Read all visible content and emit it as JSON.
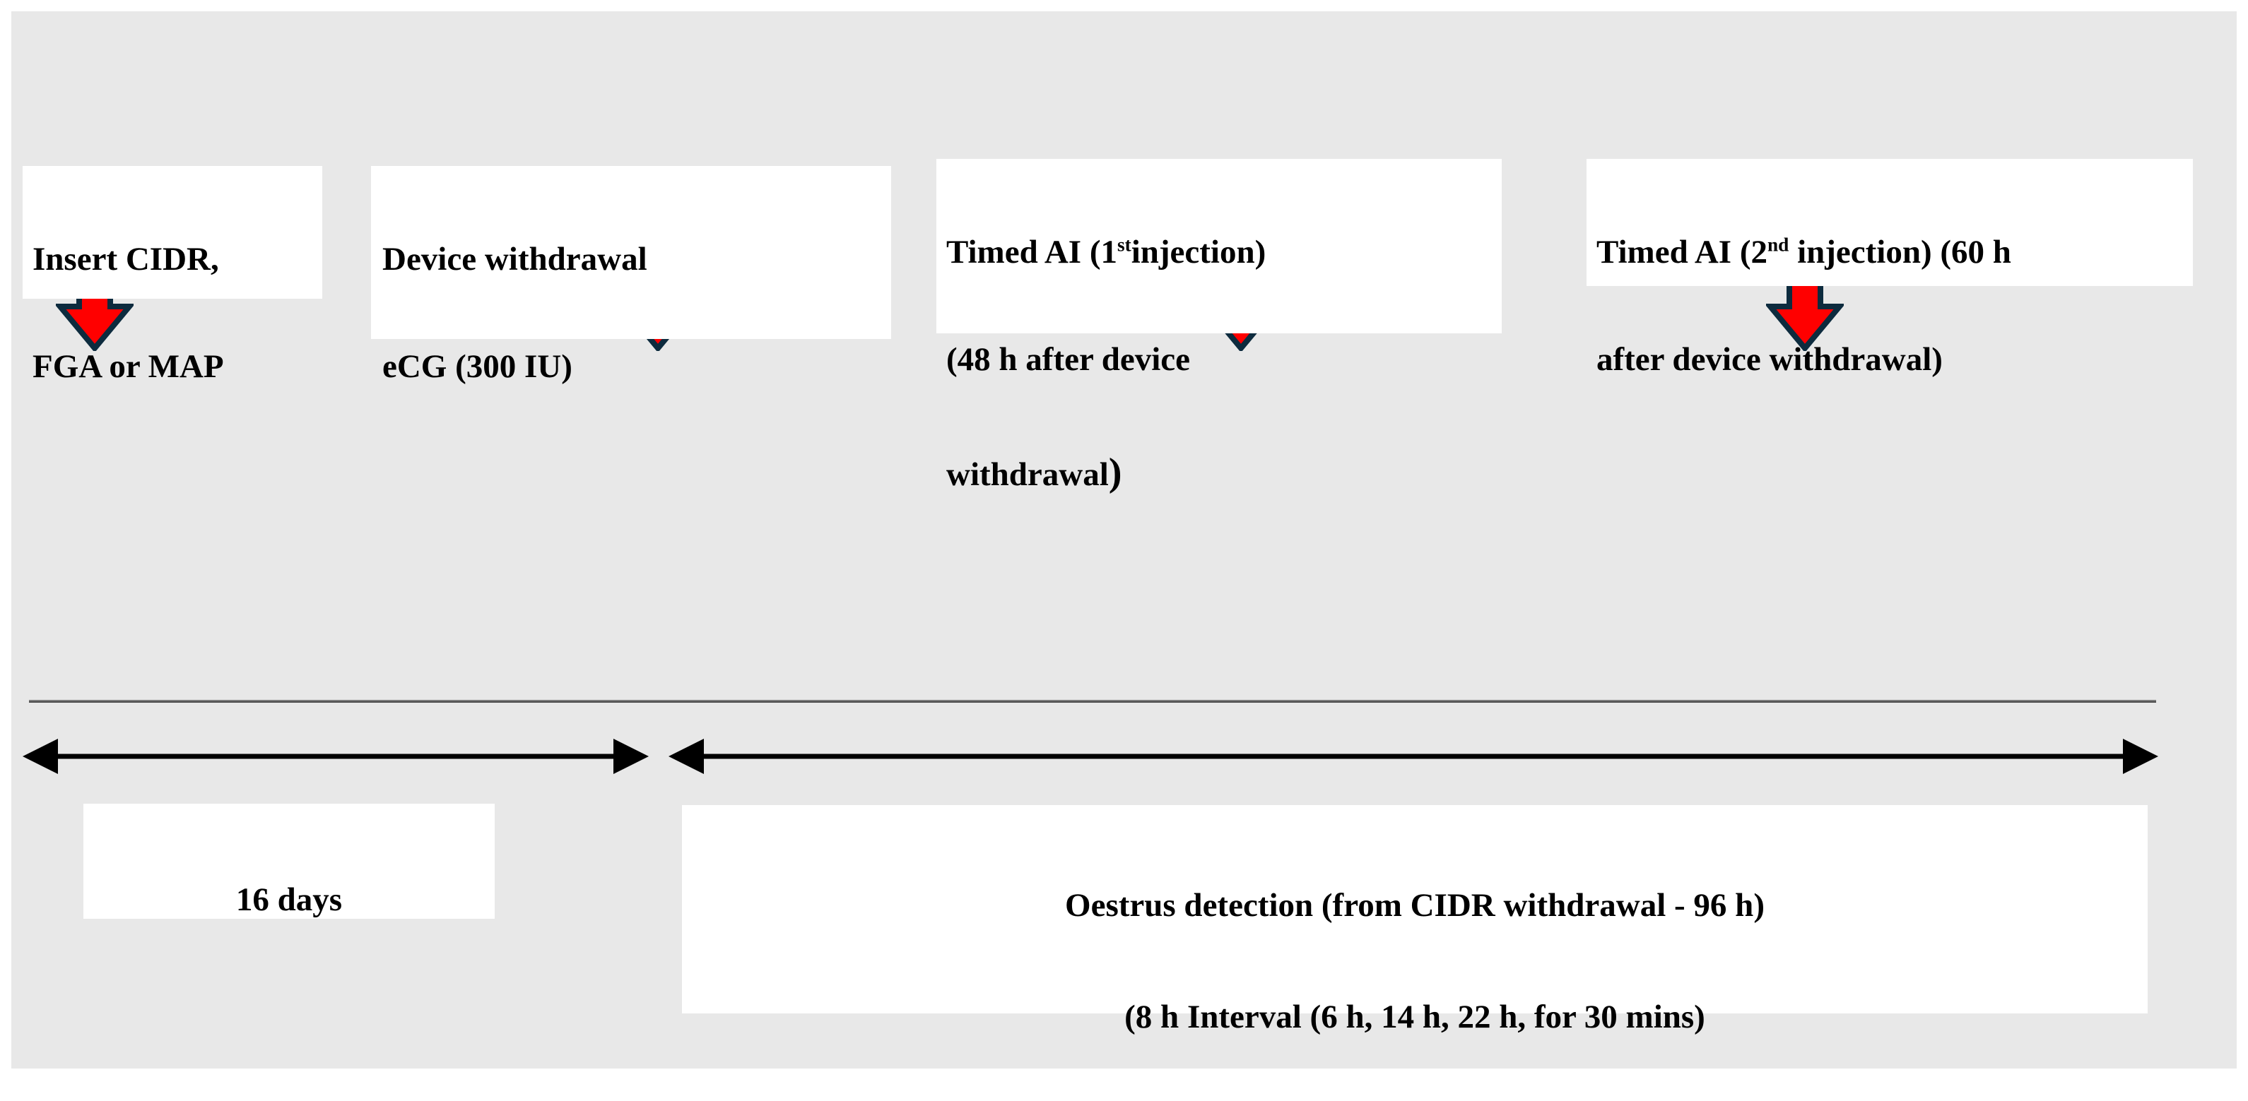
{
  "figure": {
    "type": "timeline-diagram",
    "background_color": "#e8e8e8",
    "arrow_color": "#ff0000",
    "arrow_outline_color": "#0d2b3e",
    "line_color": "#4a4a4a",
    "text_color": "#000000"
  },
  "events": [
    {
      "id": "insert-device",
      "label_line1": "Insert CIDR,",
      "label_line2": "FGA or MAP",
      "marker": "red-down-arrow"
    },
    {
      "id": "device-withdrawal",
      "label_line1": "Device withdrawal",
      "label_line2": " eCG (300 IU)",
      "marker": "red-down-arrow"
    },
    {
      "id": "timed-ai-1",
      "label_prefix": "Timed AI (1",
      "label_sup": "st",
      "label_suffix": "injection)",
      "label_line2": "(48 h after device",
      "label_line3": "withdrawal",
      "label_line3_paren": ")",
      "marker": "red-down-arrow"
    },
    {
      "id": "timed-ai-2",
      "label_prefix": "Timed AI (2",
      "label_sup": "nd",
      "label_suffix": " injection) (60 h",
      "label_line2": "after device withdrawal)",
      "marker": "red-down-arrow"
    }
  ],
  "intervals": [
    {
      "id": "pre-withdrawal-interval",
      "label": "16 days",
      "marker": "double-headed-black-arrow"
    },
    {
      "id": "oestrus-detection-interval",
      "label_line1": "Oestrus detection (from CIDR withdrawal - 96 h)",
      "label_line2": "(8 h Interval (6 h, 14 h, 22 h, for 30 mins)",
      "marker": "double-headed-black-arrow"
    }
  ]
}
